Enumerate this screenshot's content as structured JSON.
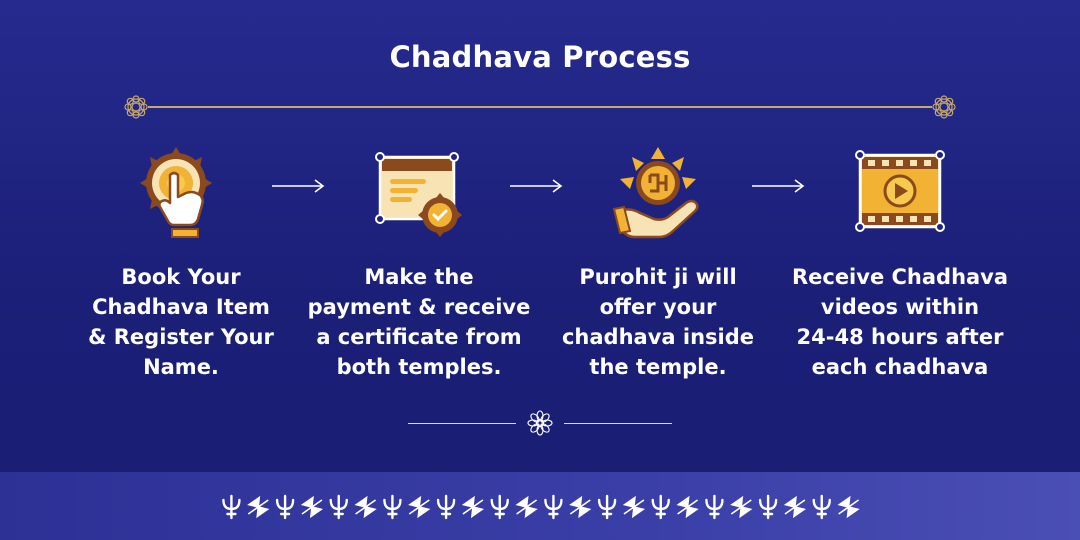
{
  "title": "Chadhava Process",
  "steps": [
    {
      "icon": "tap-hand-icon",
      "text_lines": [
        "Book Your",
        "Chadhava Item",
        "& Register Your",
        "Name."
      ]
    },
    {
      "icon": "certificate-icon",
      "text_lines": [
        "Make the",
        "payment & receive",
        "a certificate from",
        "both temples."
      ]
    },
    {
      "icon": "offering-hand-icon",
      "text_lines": [
        "Purohit ji will",
        "offer your",
        "chadhava inside",
        "the temple."
      ]
    },
    {
      "icon": "video-play-icon",
      "text_lines": [
        "Receive Chadhava",
        "videos within",
        "24-48 hours after",
        "each chadhava"
      ]
    }
  ],
  "colors": {
    "background": "#1f2381",
    "gold": "#c8a86a",
    "accent_orange": "#f2b233",
    "accent_brown": "#8a4a1e",
    "footer_band": "#3a3fa7"
  }
}
